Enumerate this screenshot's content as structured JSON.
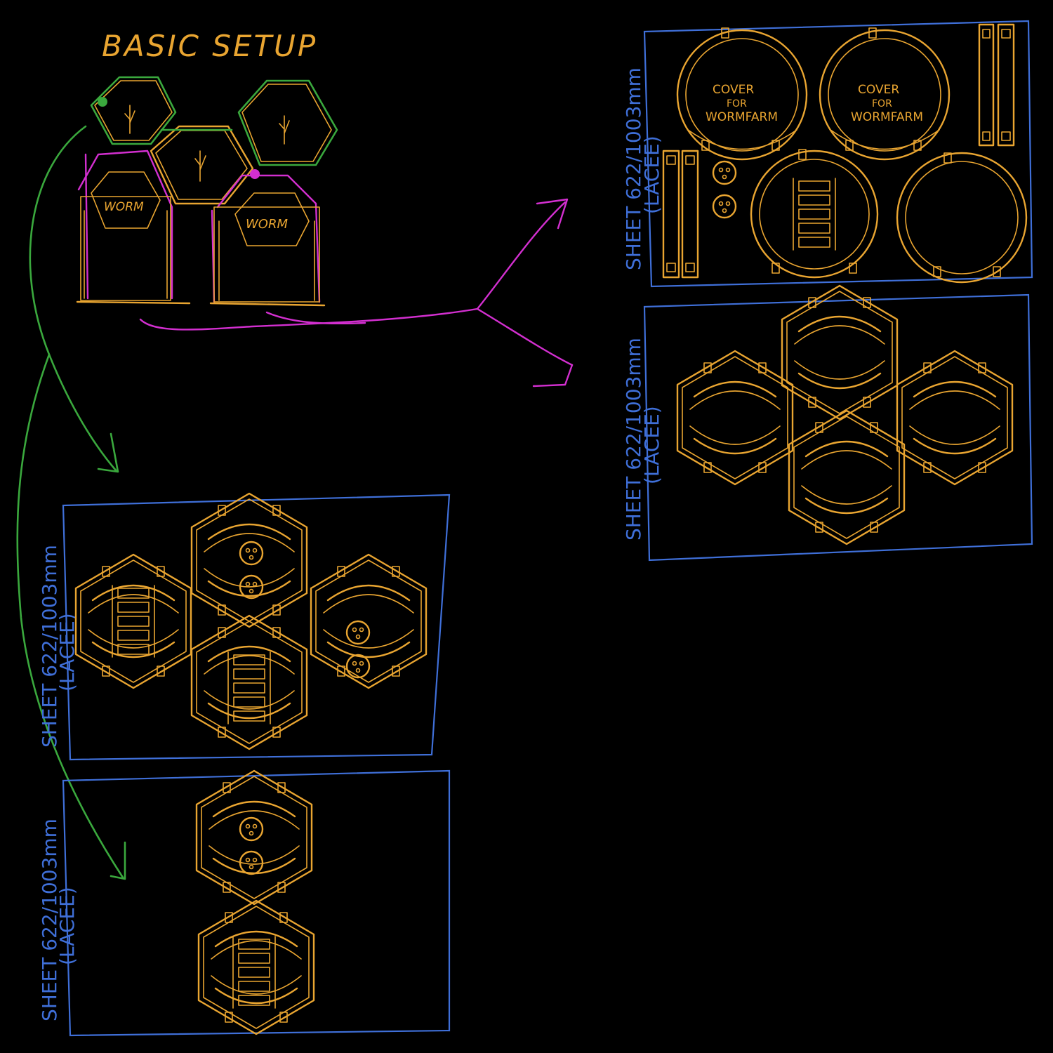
{
  "title": "BASIC SETUP",
  "module_labels": [
    "WORM",
    "WORM"
  ],
  "sheet_label_top": "SHEET 622/1003mm",
  "sheet_label_bottom": "(LACEE)",
  "cover_text": [
    "COVER",
    "FOR",
    "WORMFARM"
  ],
  "colors": {
    "background": "#000000",
    "outline": "#e9a531",
    "sheet": "#3f6fd8",
    "planter_path": "#3aa83d",
    "worm_path": "#d32fd0"
  }
}
